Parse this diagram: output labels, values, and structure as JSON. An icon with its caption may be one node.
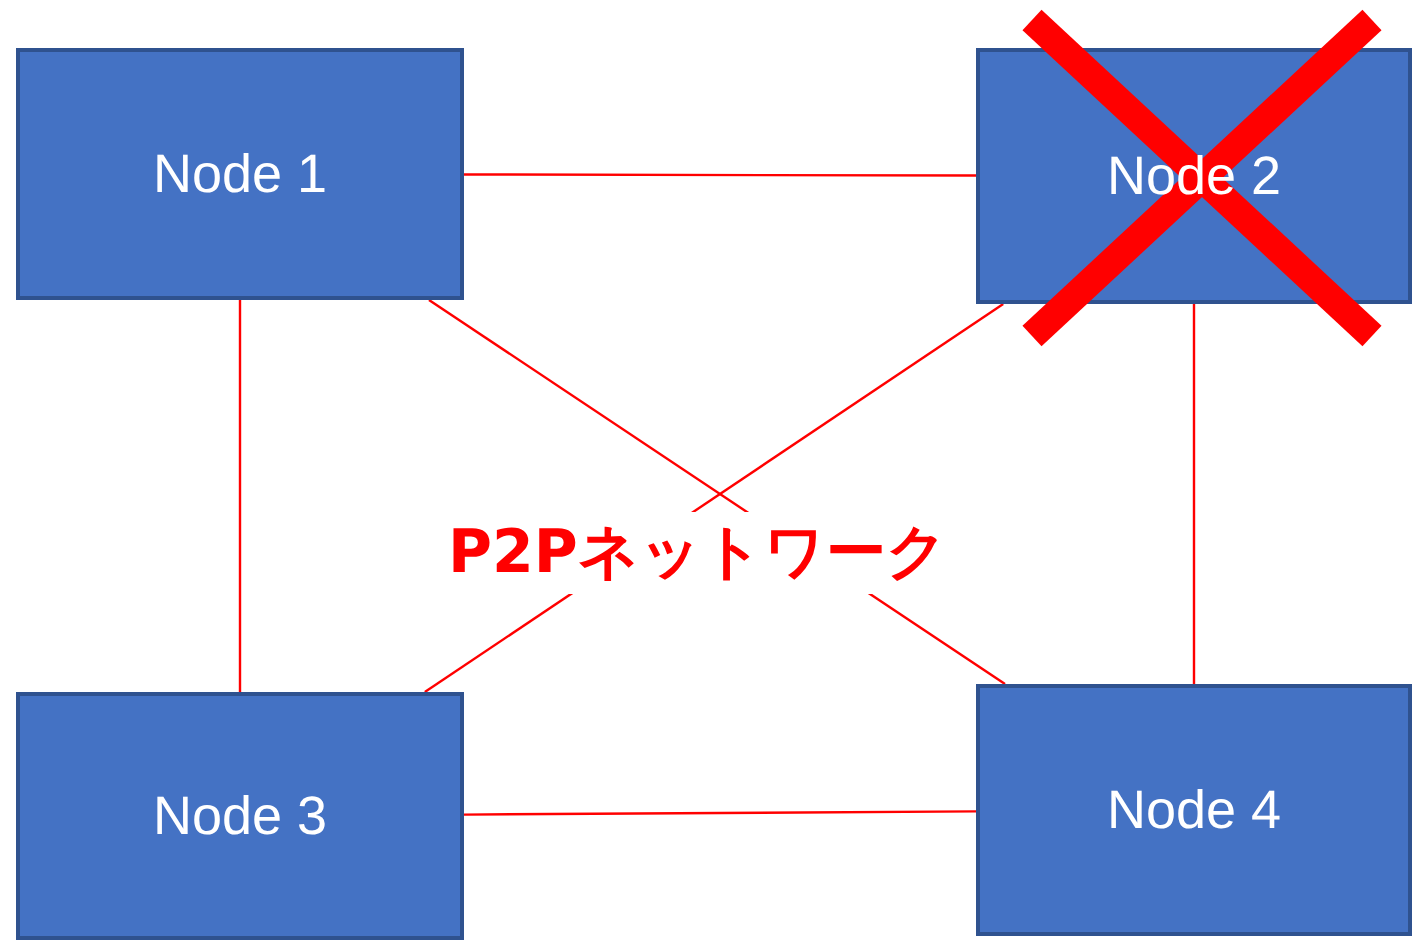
{
  "diagram": {
    "nodes": [
      {
        "text": [
          "Node 1"
        ]
      },
      {
        "text": [
          "Node 2"
        ]
      },
      {
        "text": [
          "Node 3"
        ]
      },
      {
        "text": [
          "Node 4"
        ]
      }
    ],
    "edges": [
      {
        "from": 0,
        "to": 1,
        "arrow": "none"
      },
      {
        "from": 0,
        "to": 2,
        "arrow": "none"
      },
      {
        "from": 0,
        "to": 3,
        "arrow": "none"
      },
      {
        "from": 1,
        "to": 2,
        "arrow": "none"
      },
      {
        "from": 1,
        "to": 3,
        "arrow": "none"
      },
      {
        "from": 2,
        "to": 3,
        "arrow": "none"
      }
    ],
    "labels": [
      "P2Pネットワーク"
    ]
  }
}
